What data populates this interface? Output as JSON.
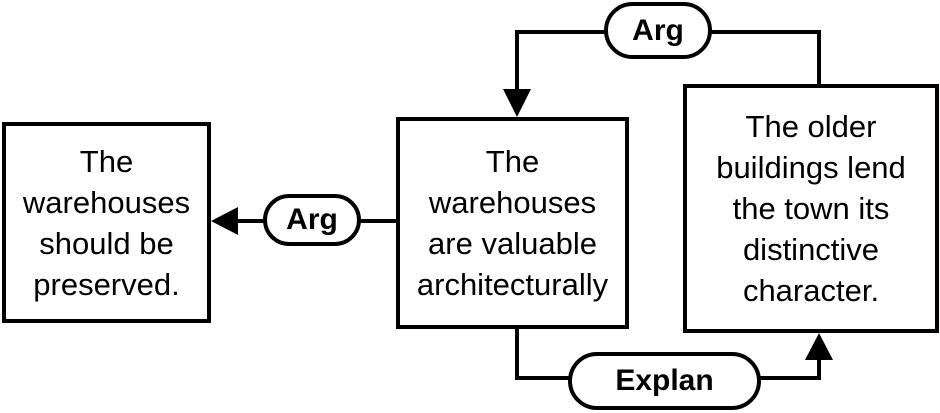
{
  "diagram": {
    "nodes": [
      {
        "id": "conclusion",
        "text": "The\nwarehouses\nshould be\npreserved."
      },
      {
        "id": "premise",
        "text": "The\nwarehouses\nare valuable\narchitecturally"
      },
      {
        "id": "support",
        "text": "The older\nbuildings lend\nthe town its\ndistinctive\ncharacter."
      }
    ],
    "edges": [
      {
        "from": "premise",
        "to": "conclusion",
        "label": "Arg"
      },
      {
        "from": "support",
        "to": "premise",
        "label": "Arg"
      },
      {
        "from": "premise",
        "to": "support",
        "label": "Explan"
      }
    ],
    "colors": {
      "stroke": "#000000",
      "fill": "#ffffff",
      "text": "#000000"
    }
  }
}
